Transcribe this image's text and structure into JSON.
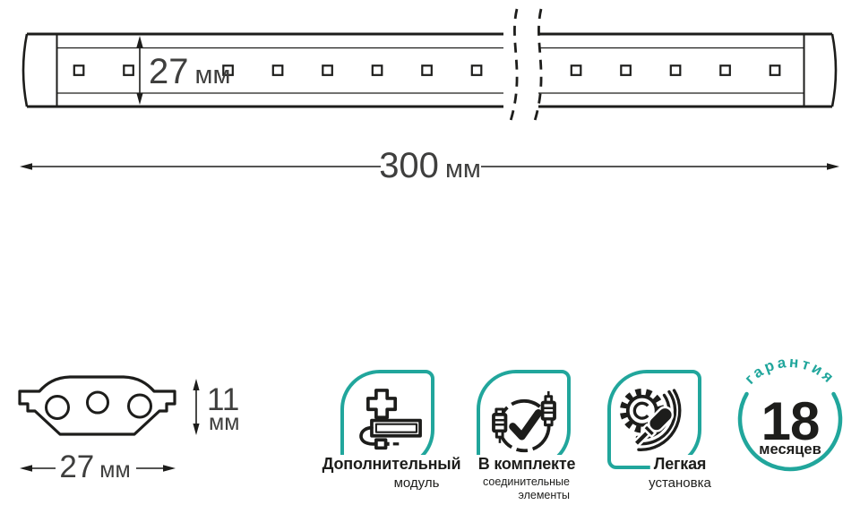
{
  "colors": {
    "teal": "#21a69c",
    "ink": "#1d1d1b",
    "dim_text": "#3f3f3e"
  },
  "top_view": {
    "height_value": "27",
    "height_unit": "мм",
    "length_value": "300",
    "length_unit": "мм"
  },
  "cross_section": {
    "height_value": "11",
    "height_unit": "мм",
    "width_value": "27",
    "width_unit": "мм"
  },
  "badges": [
    {
      "icon": "module-plus-icon",
      "title": "Дополнительный",
      "subtitle": "модуль"
    },
    {
      "icon": "connectors-check-icon",
      "title": "В комплекте",
      "subtitle_line1": "соединительные",
      "subtitle_line2": "элементы"
    },
    {
      "icon": "gear-screwdriver-icon",
      "title": "Легкая",
      "subtitle": "установка"
    }
  ],
  "warranty": {
    "arc_label": "гарантия",
    "value": "18",
    "unit": "месяцев"
  }
}
